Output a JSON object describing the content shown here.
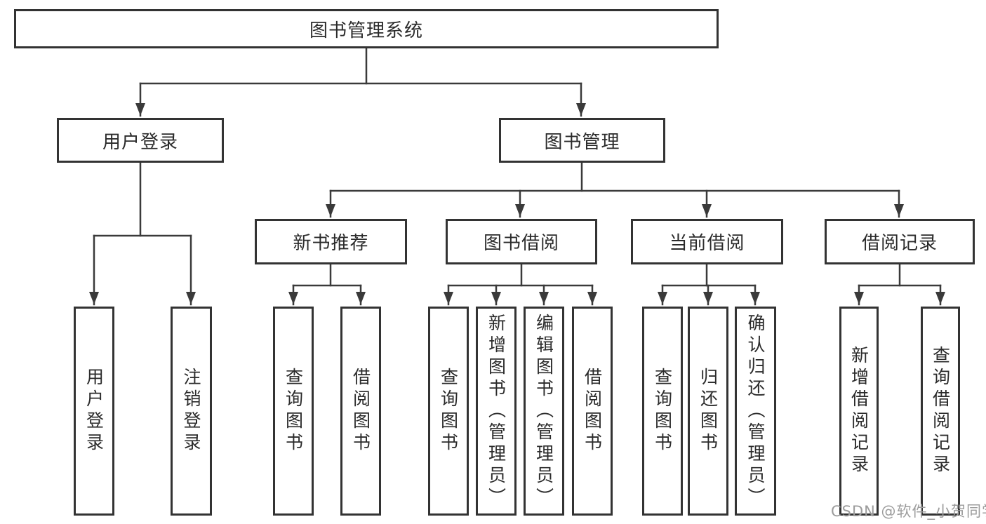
{
  "diagram": {
    "colors": {
      "line": "#3a3a3a",
      "border": "#333333",
      "text": "#2b2b2b",
      "background": "#ffffff",
      "watermark": "#9c9c9c"
    },
    "root": {
      "label": "图书管理系统"
    },
    "level2": [
      {
        "label": "用户登录"
      },
      {
        "label": "图书管理"
      }
    ],
    "level3": [
      {
        "label": "新书推荐",
        "parent": "图书管理"
      },
      {
        "label": "图书借阅",
        "parent": "图书管理"
      },
      {
        "label": "当前借阅",
        "parent": "图书管理"
      },
      {
        "label": "借阅记录",
        "parent": "图书管理"
      }
    ],
    "leaves": [
      {
        "label": "用户登录",
        "parent": "用户登录"
      },
      {
        "label": "注销登录",
        "parent": "用户登录"
      },
      {
        "label": "查询图书",
        "parent": "新书推荐"
      },
      {
        "label": "借阅图书",
        "parent": "新书推荐"
      },
      {
        "label": "查询图书",
        "parent": "图书借阅"
      },
      {
        "label": "新增图书（管理员）",
        "parent": "图书借阅"
      },
      {
        "label": "编辑图书（管理员）",
        "parent": "图书借阅"
      },
      {
        "label": "借阅图书",
        "parent": "图书借阅"
      },
      {
        "label": "查询图书",
        "parent": "当前借阅"
      },
      {
        "label": "归还图书",
        "parent": "当前借阅"
      },
      {
        "label": "确认归还（管理员）",
        "parent": "当前借阅"
      },
      {
        "label": "新增借阅记录",
        "parent": "借阅记录"
      },
      {
        "label": "查询借阅记录",
        "parent": "借阅记录"
      }
    ]
  },
  "watermark": {
    "text": "CSDN @软件_小贺同学"
  }
}
